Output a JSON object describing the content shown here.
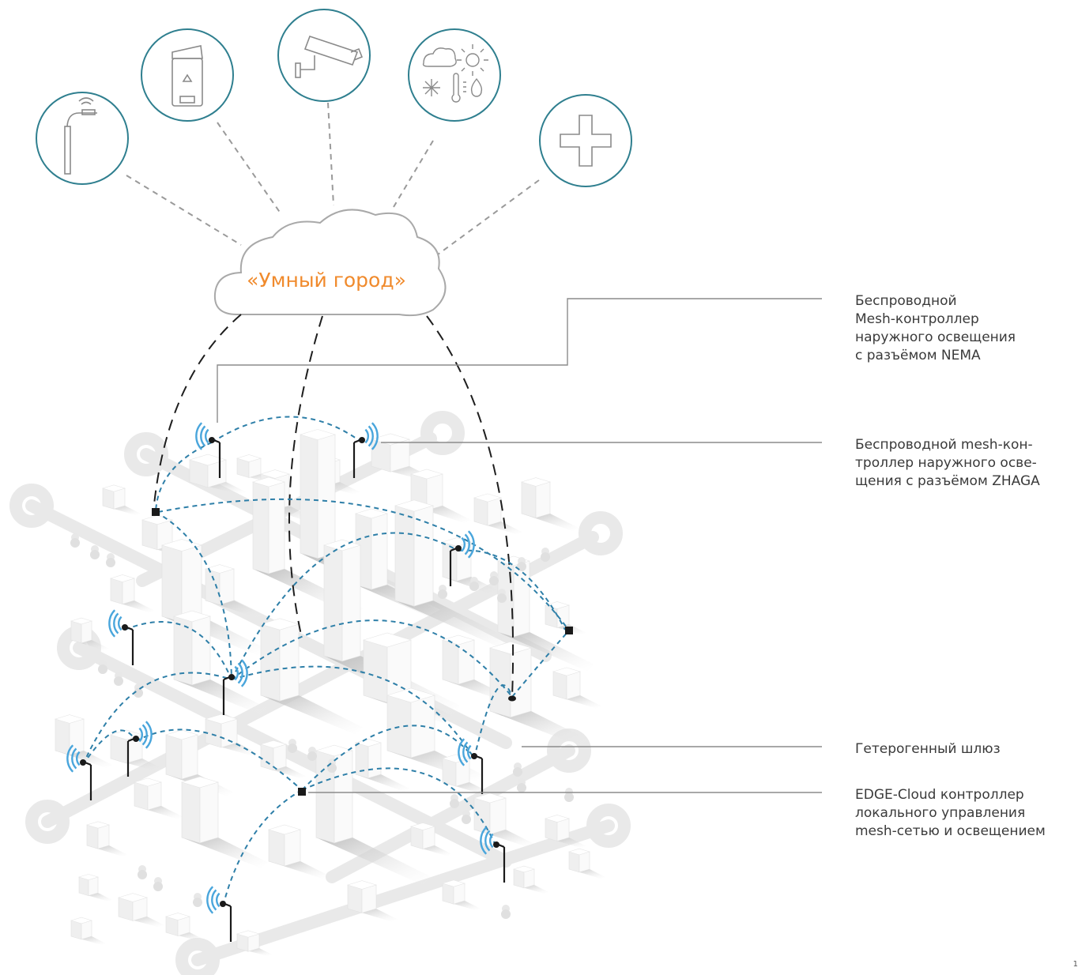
{
  "cloud": {
    "label": "«Умный город»"
  },
  "icons": [
    {
      "name": "street-light-icon"
    },
    {
      "name": "waste-bin-icon"
    },
    {
      "name": "security-camera-icon"
    },
    {
      "name": "weather-sensors-icon"
    },
    {
      "name": "plus-icon"
    }
  ],
  "callouts": [
    {
      "id": "nema",
      "text": "Беспроводной\nMesh-контроллер\nнаружного освещения\nс разъёмом NEMA"
    },
    {
      "id": "zhaga",
      "text": "Беспроводной mesh-кон-\nтроллер наружного осве-\nщения с разъёмом ZHAGA"
    },
    {
      "id": "gateway",
      "text": "Гетерогенный шлюз"
    },
    {
      "id": "edge",
      "text": "EDGE-Cloud контроллер\nлокального управления\nmesh-сетью и освещением"
    }
  ],
  "page_number": "1",
  "colors": {
    "accent": "#f08a2c",
    "circle": "#2f7f8f",
    "mesh": "#2e7fa8",
    "wave": "#4aa6dc",
    "road": "#e9e9e9"
  }
}
